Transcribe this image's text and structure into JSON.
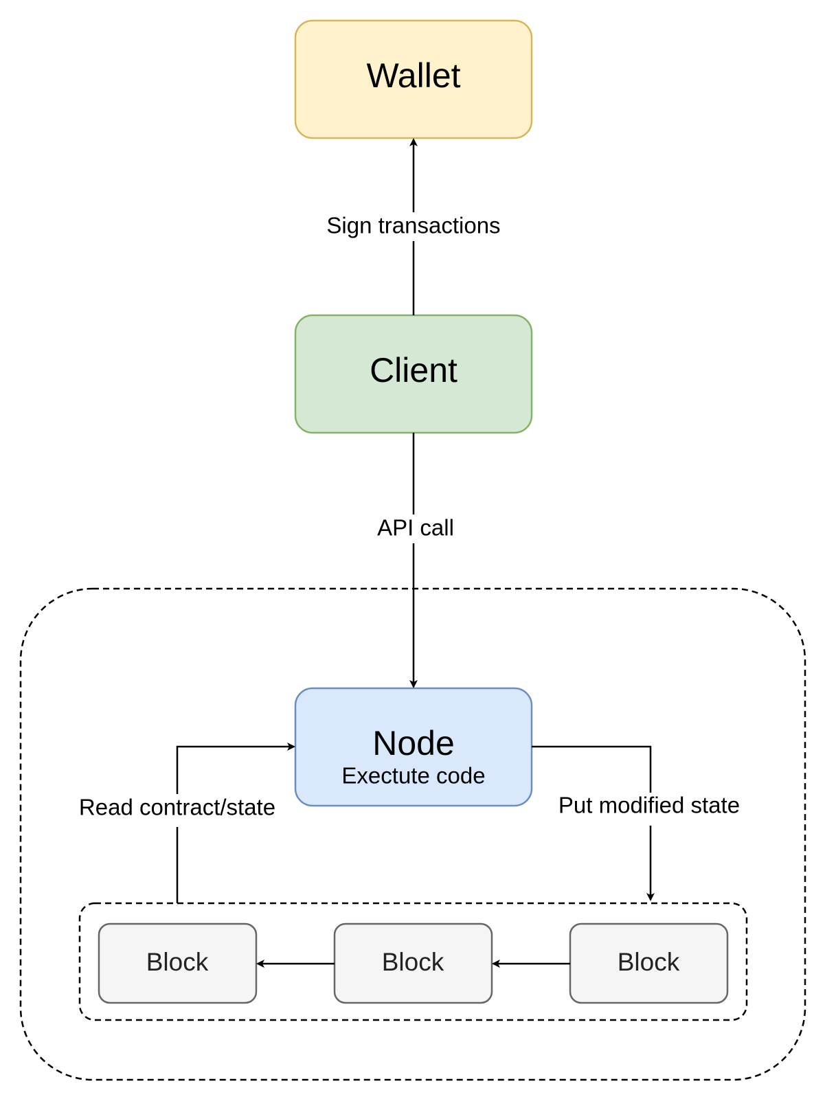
{
  "nodes": {
    "wallet": {
      "title": "Wallet",
      "fill": "#fff2cc",
      "stroke": "#d6b656"
    },
    "client": {
      "title": "Client",
      "fill": "#d5e8d4",
      "stroke": "#82b366"
    },
    "node": {
      "title": "Node",
      "subtitle": "Exectute code",
      "fill": "#dae8fc",
      "stroke": "#6c8ebf"
    },
    "blocks": [
      {
        "label": "Block"
      },
      {
        "label": "Block"
      },
      {
        "label": "Block"
      }
    ],
    "block_style": {
      "fill": "#f5f5f5",
      "stroke": "#666666"
    }
  },
  "edges": {
    "sign": {
      "label": "Sign transactions"
    },
    "api": {
      "label": "API call"
    },
    "read": {
      "label": "Read contract/state"
    },
    "put": {
      "label": "Put modified state"
    }
  }
}
